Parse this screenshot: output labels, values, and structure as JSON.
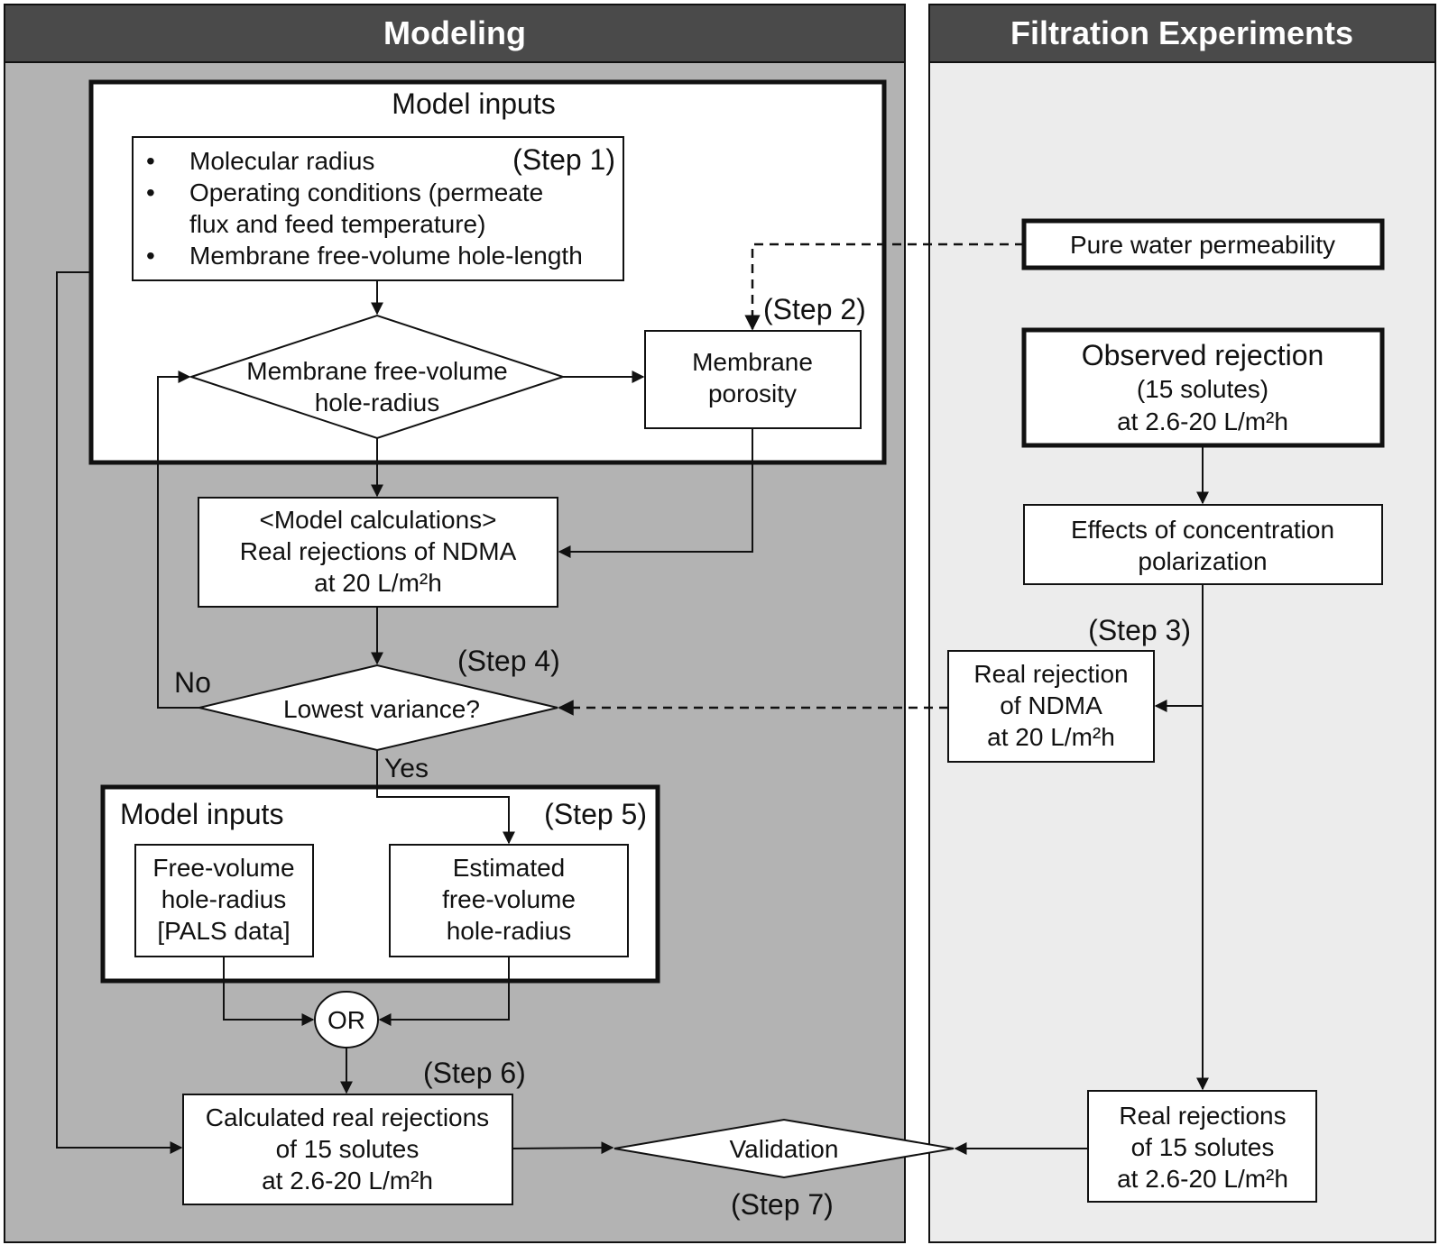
{
  "panels": {
    "modeling": "Modeling",
    "experiments": "Filtration Experiments"
  },
  "model_inputs_top": {
    "title": "Model  inputs",
    "step": "(Step  1)",
    "bullet": "•",
    "items": [
      "Molecular radius",
      "Operating conditions (permeate",
      "flux and feed temperature)",
      "Membrane free-volume hole-length"
    ]
  },
  "hole_radius_diamond": [
    "Membrane free-volume",
    "hole-radius"
  ],
  "porosity": {
    "lines": [
      "Membrane",
      "porosity"
    ],
    "step": "(Step  2)"
  },
  "model_calc": [
    "<Model calculations>",
    "Real rejections of NDMA",
    "at 20 L/m²h"
  ],
  "variance": {
    "label": "Lowest variance?",
    "step": "(Step  4)",
    "no": "No",
    "yes": "Yes"
  },
  "model_inputs_bottom": {
    "title": "Model  inputs",
    "step": "(Step  5)",
    "pals": [
      "Free-volume",
      "hole-radius",
      "[PALS data]"
    ],
    "estimated": [
      "Estimated",
      "free-volume",
      "hole-radius"
    ]
  },
  "or_label": "OR",
  "calculated": {
    "lines": [
      "Calculated real rejections",
      "of 15 solutes",
      "at 2.6-20 L/m²h"
    ],
    "step": "(Step  6)"
  },
  "validation": {
    "label": "Validation",
    "step": "(Step  7)"
  },
  "pure_water": "Pure water permeability",
  "observed": [
    "Observed  rejection",
    "(15 solutes)",
    "at 2.6-20 L/m²h"
  ],
  "concentration": [
    "Effects of concentration",
    "polarization"
  ],
  "real_ndma": {
    "lines": [
      "Real rejection",
      "of NDMA",
      "at 20 L/m²h"
    ],
    "step": "(Step  3)"
  },
  "real_15": [
    "Real rejections",
    "of 15 solutes",
    "at 2.6-20 L/m²h"
  ],
  "colors": {
    "header_bg": "#4a4a4a",
    "modeling_bg": "#b3b3b3",
    "experiments_bg": "#ececec",
    "stroke": "#111111"
  }
}
